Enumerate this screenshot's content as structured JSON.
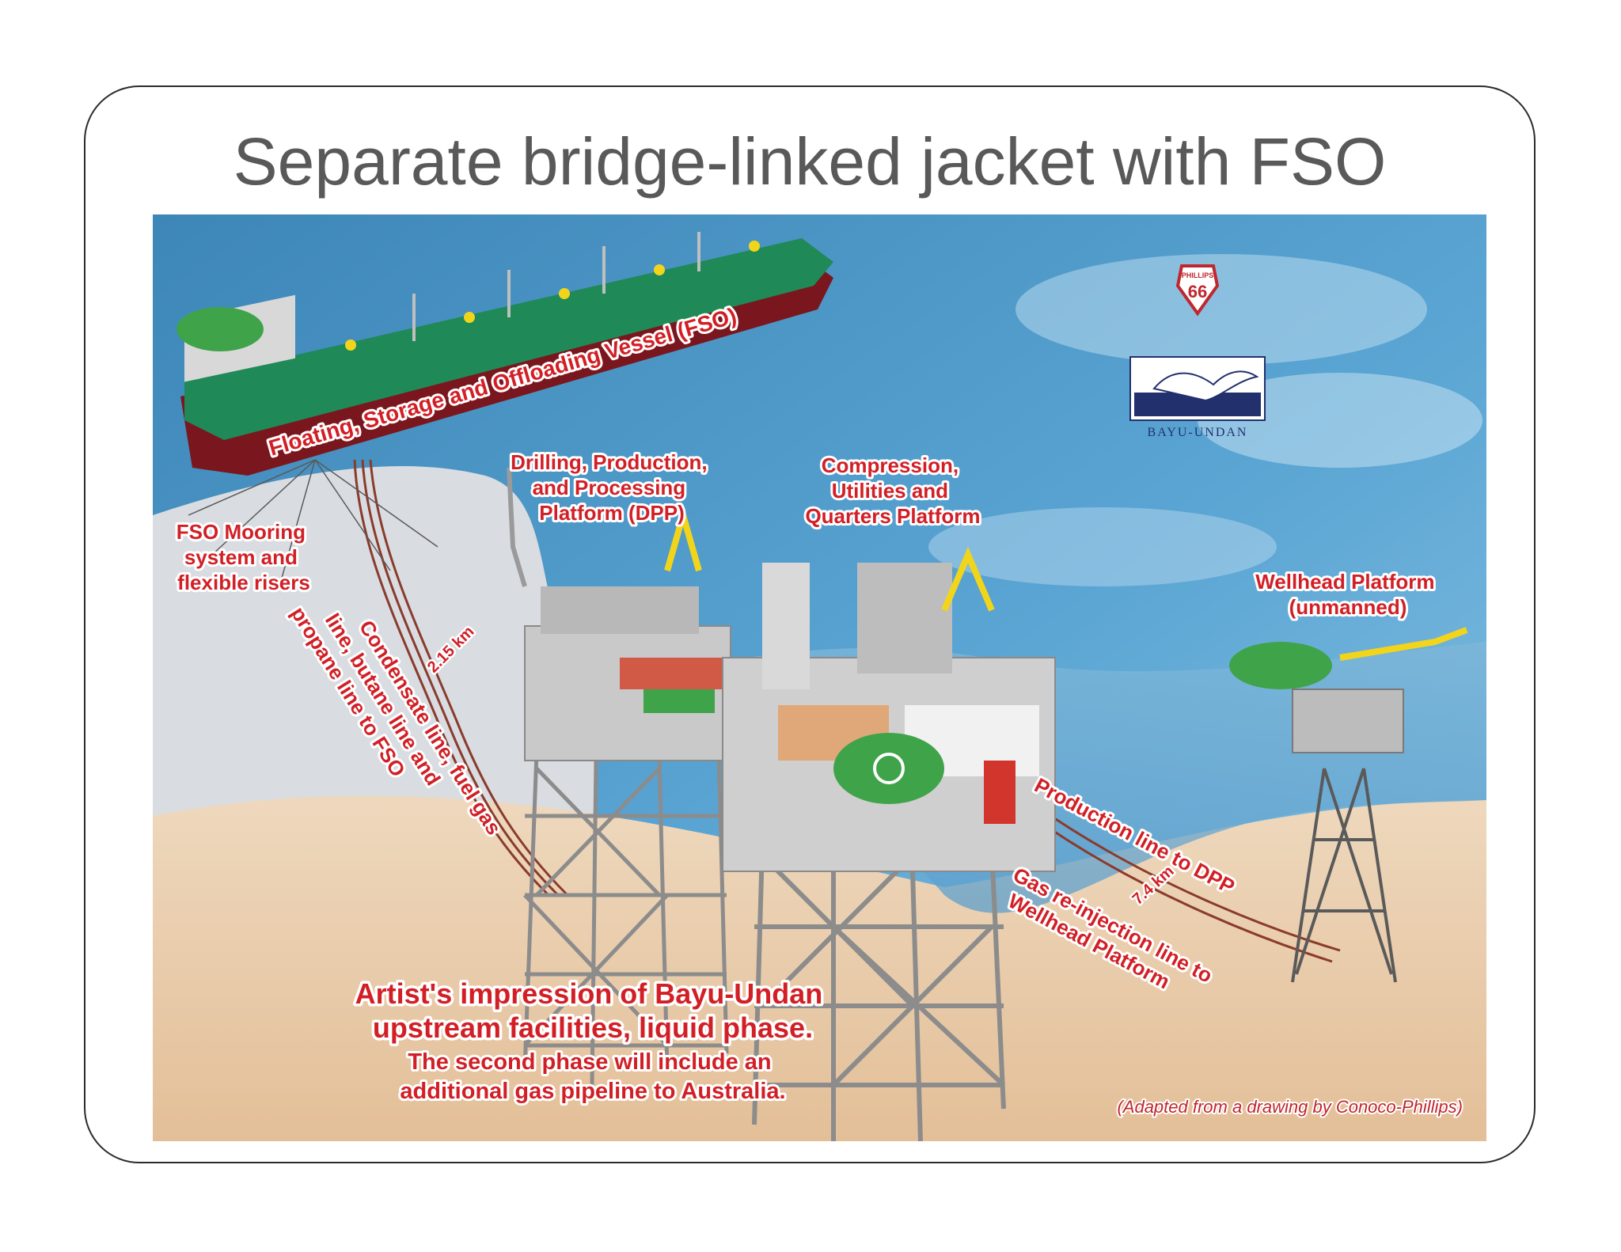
{
  "slide": {
    "title": "Separate bridge-linked jacket with FSO"
  },
  "illustration": {
    "vessel_label": "Floating, Storage and Offloading Vessel (FSO)",
    "mooring_label": [
      "FSO Mooring",
      "system and",
      "flexible risers"
    ],
    "dpp_label": [
      "Drilling, Production,",
      "and Processing",
      "Platform (DPP)"
    ],
    "cuq_label": [
      "Compression,",
      "Utilities and",
      "Quarters Platform"
    ],
    "wellhead_label": [
      "Wellhead Platform",
      "(unmanned)"
    ],
    "condensate_label": [
      "Condensate line, fuel gas",
      "line, butane line and",
      "propane line to FSO"
    ],
    "distance_fso": "2.15 km",
    "production_line_label": "Production line to DPP",
    "distance_wellhead": "7.4 km",
    "reinjection_label": [
      "Gas re-injection line to",
      "Wellhead Platform"
    ],
    "caption_main": [
      "Artist's impression of Bayu-Undan",
      "upstream facilities, liquid phase."
    ],
    "caption_sub": [
      "The second phase will include an",
      "additional gas pipeline to Australia."
    ],
    "credit": "(Adapted from a drawing by Conoco-Phillips)",
    "logo_phillips": {
      "top": "PHILLIPS",
      "number": "66"
    },
    "logo_bayu_undan": "BAYU-UNDAN",
    "colors": {
      "sea": "#4f9ccc",
      "seabed": "#e8c9a6",
      "label_red": "#d21f26",
      "hull_green": "#1f8a57",
      "hull_red": "#8a1b22",
      "helideck": "#3fa34a",
      "crane_yellow": "#f2d51b"
    }
  }
}
